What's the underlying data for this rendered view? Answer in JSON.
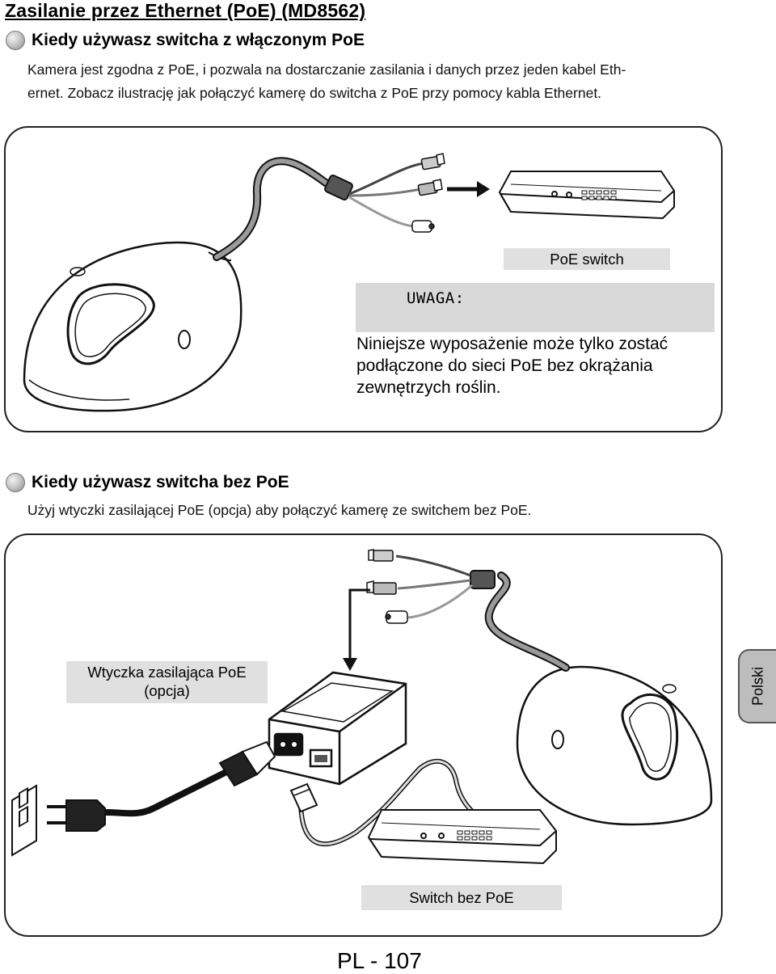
{
  "page": {
    "title": "Zasilanie przez Ethernet (PoE) (MD8562)",
    "page_number": "PL - 107",
    "side_tab": "Polski"
  },
  "section1": {
    "heading": "Kiedy używasz switcha z włączonym PoE",
    "line1": "Kamera jest zgodna z PoE, i pozwala na dostarczanie zasilania i danych przez jeden kabel Eth-",
    "line2": "ernet. Zobacz ilustrację jak połączyć kamerę do switcha z PoE przy pomocy kabla Ethernet.",
    "poe_switch_label": "PoE switch",
    "note": {
      "title": "UWAGA:",
      "line1": "Niniejsze wyposażenie może tylko zostać",
      "line2": "podłączone do sieci PoE bez okrążania",
      "line3": "zewnętrzych roślin."
    }
  },
  "section2": {
    "heading": "Kiedy używasz switcha bez PoE",
    "text": "Użyj wtyczki zasilającej PoE (opcja) aby połączyć kamerę ze switchem bez PoE.",
    "injector_label_line1": "Wtyczka zasilająca PoE",
    "injector_label_line2": "(opcja)",
    "switch_label": "Switch bez PoE"
  }
}
